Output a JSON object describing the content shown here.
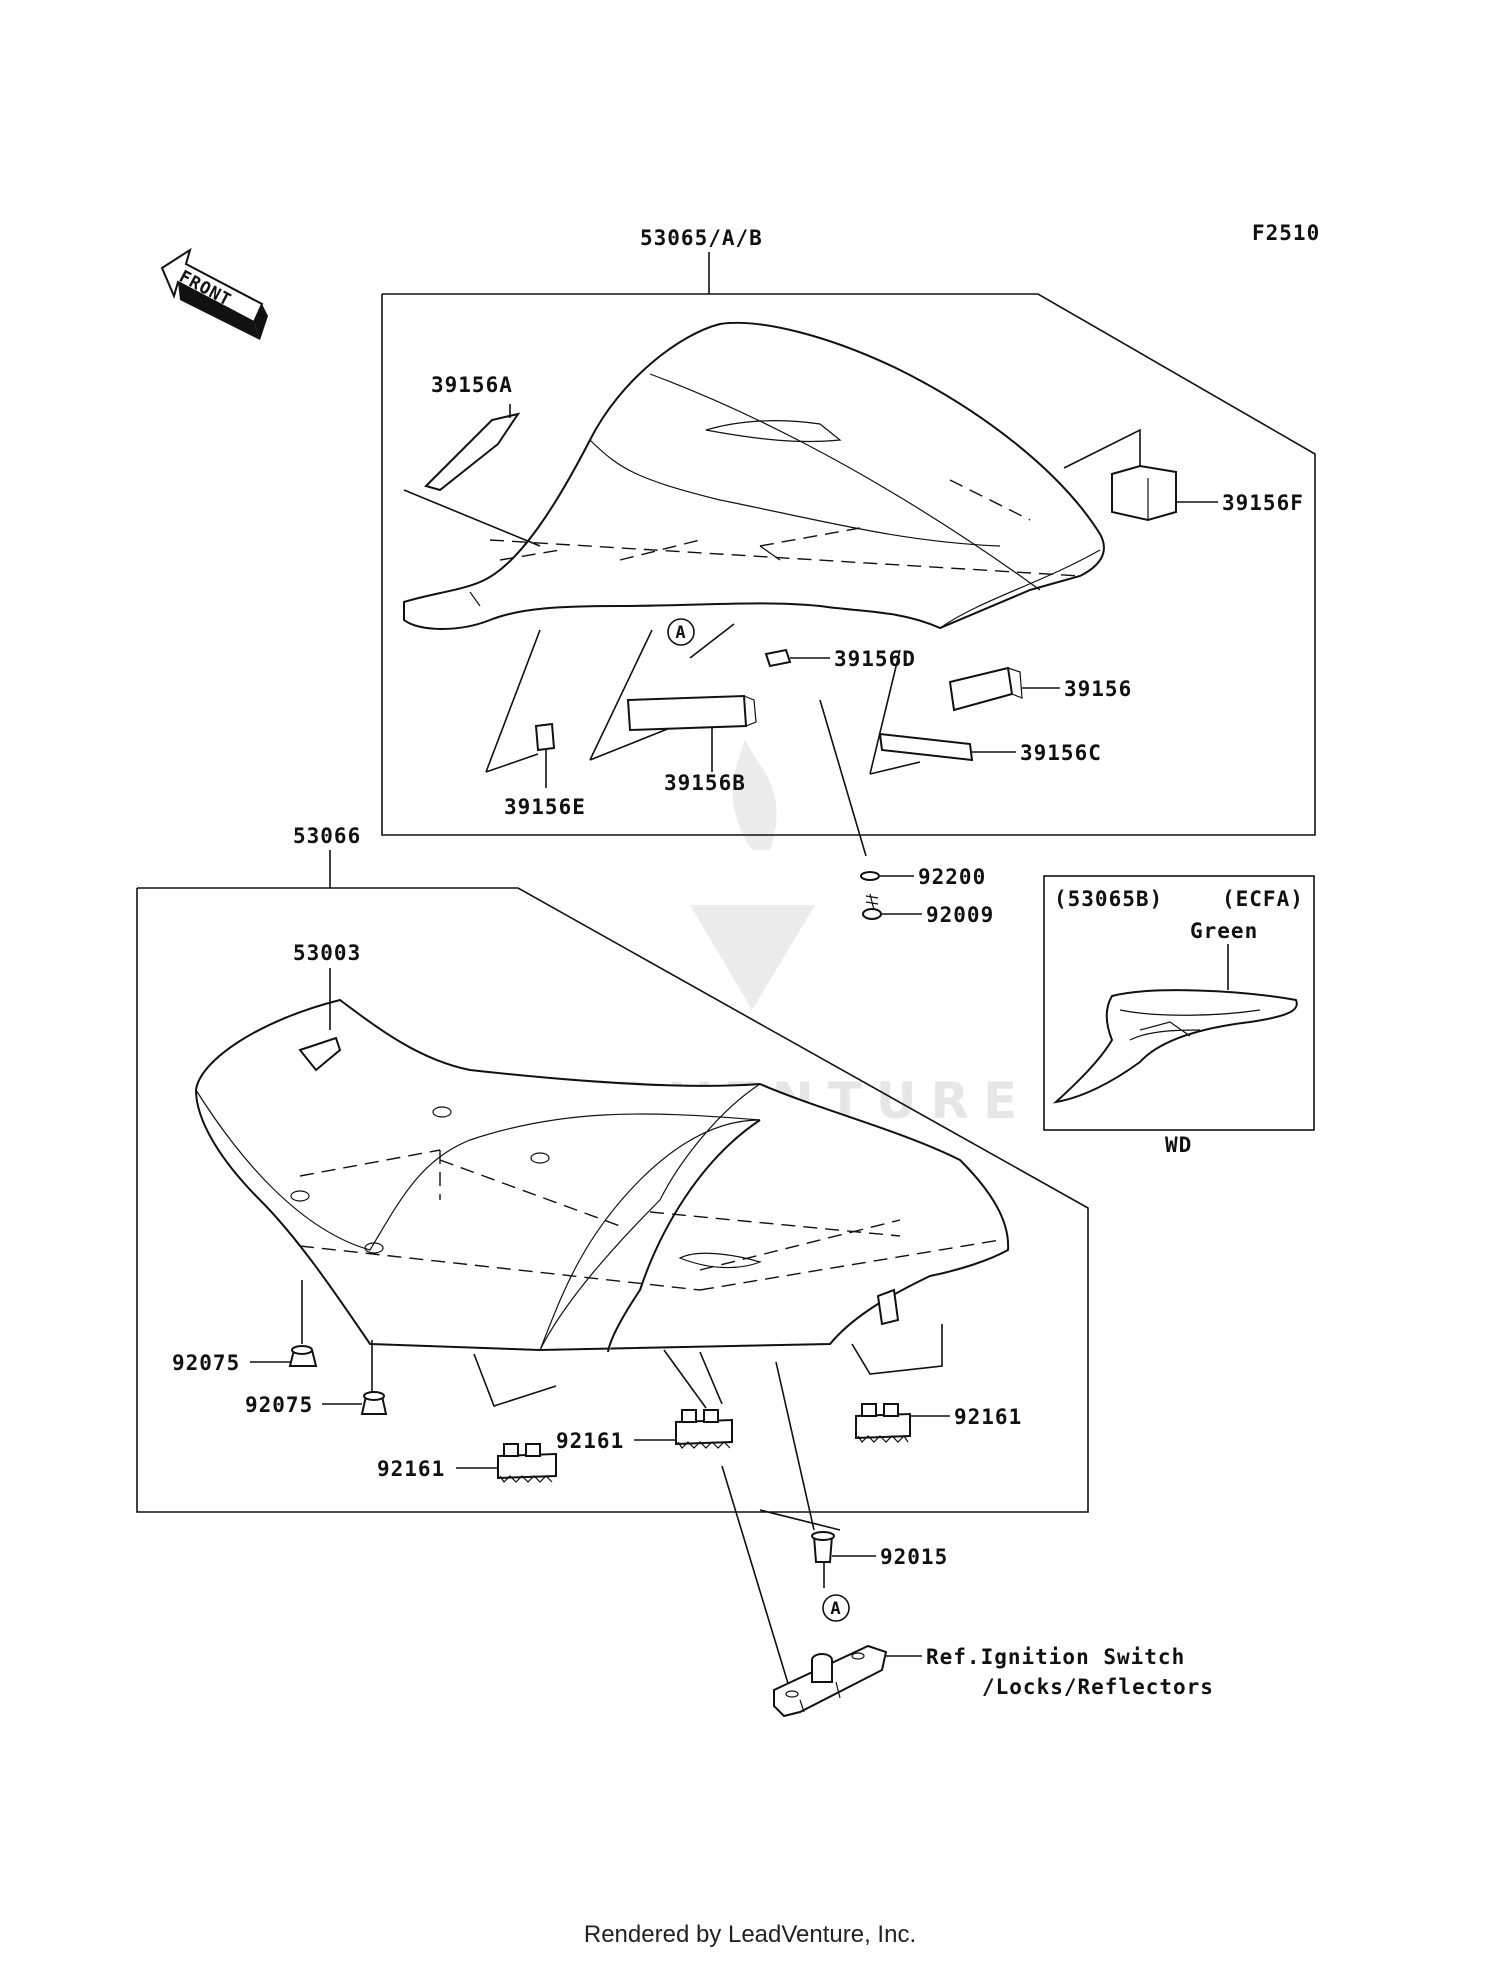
{
  "figure_code": "F2510",
  "front_arrow_label": "FRONT",
  "watermark": "LEADVENTURE",
  "footer": "Rendered by LeadVenture, Inc.",
  "callout_letter": "A",
  "upper_group": {
    "assembly": "53065/A/B",
    "parts": {
      "p39156A": "39156A",
      "p39156F": "39156F",
      "p39156D": "39156D",
      "p39156": "39156",
      "p39156C": "39156C",
      "p39156B": "39156B",
      "p39156E": "39156E"
    }
  },
  "hardware": {
    "p92200": "92200",
    "p92009": "92009",
    "p92015": "92015"
  },
  "inset": {
    "ref": "(53065B)",
    "market": "(ECFA)",
    "color": "Green",
    "caption": "WD"
  },
  "lower_group": {
    "assembly": "53066",
    "parts": {
      "p53003": "53003",
      "p92075_a": "92075",
      "p92075_b": "92075",
      "p92161_left": "92161",
      "p92161_mid": "92161",
      "p92161_right": "92161"
    }
  },
  "reference": {
    "line1": "Ref.Ignition Switch",
    "line2": "/Locks/Reflectors"
  }
}
